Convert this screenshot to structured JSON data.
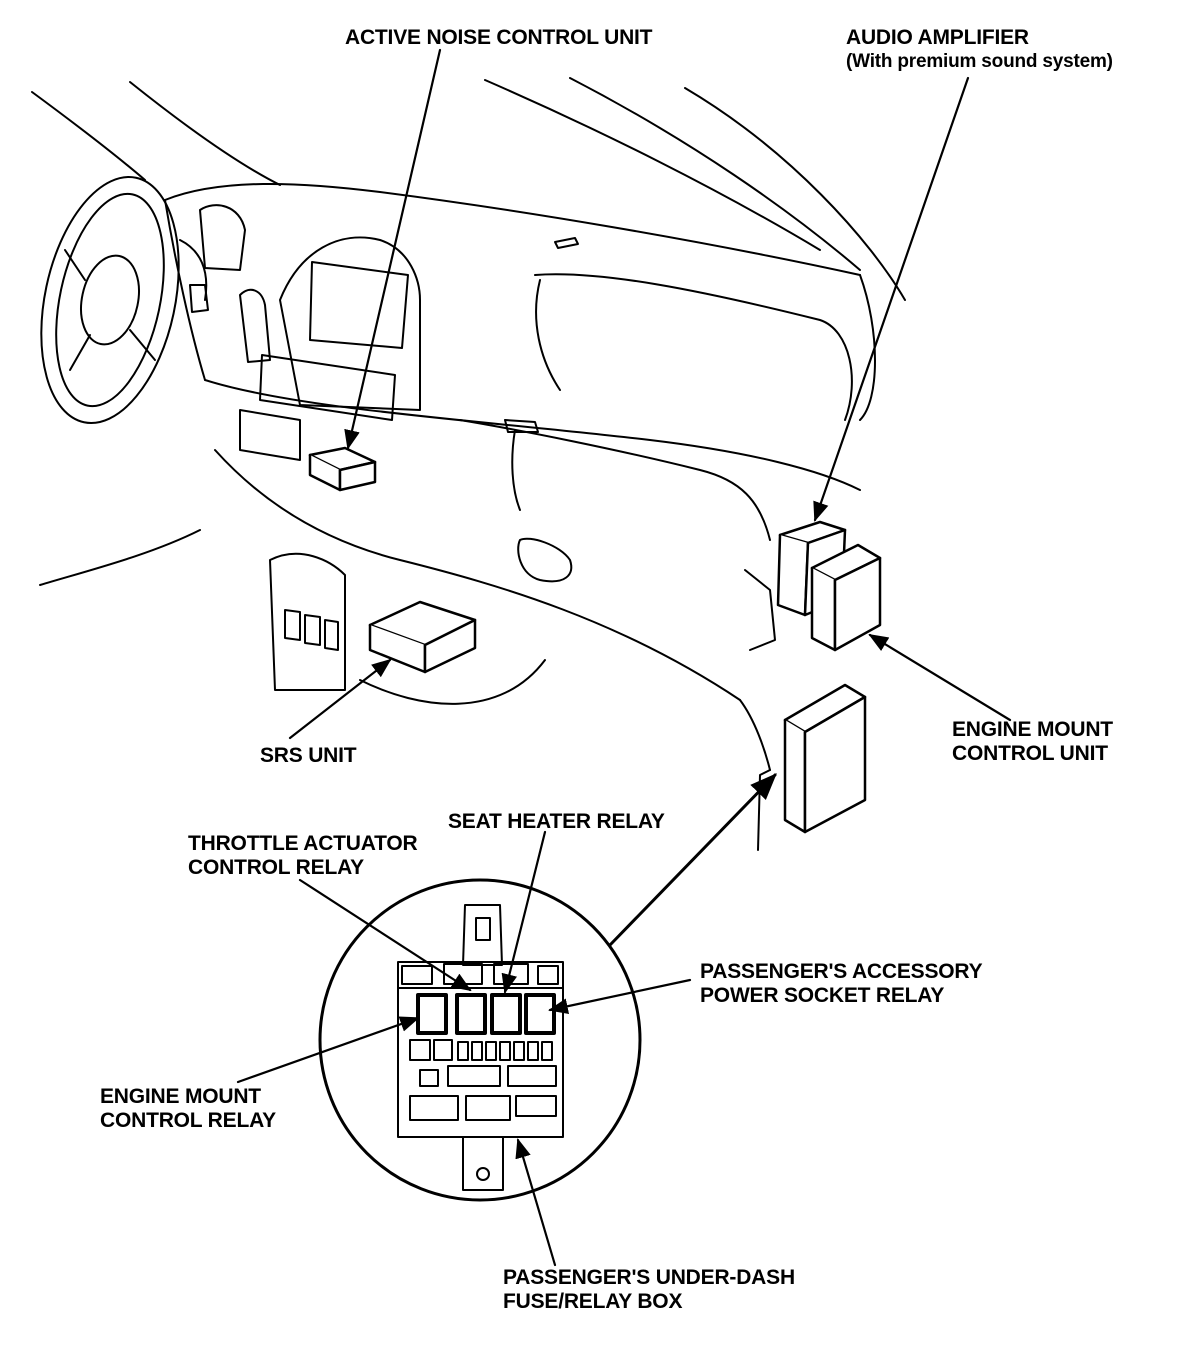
{
  "labels": {
    "active_noise_control_unit": "ACTIVE NOISE CONTROL UNIT",
    "audio_amplifier": {
      "line1": "AUDIO AMPLIFIER",
      "line2": "(With premium sound system)"
    },
    "engine_mount_control_unit": {
      "line1": "ENGINE MOUNT",
      "line2": "CONTROL UNIT"
    },
    "srs_unit": "SRS UNIT",
    "seat_heater_relay": "SEAT HEATER RELAY",
    "throttle_actuator_control_relay": {
      "line1": "THROTTLE ACTUATOR",
      "line2": "CONTROL RELAY"
    },
    "passengers_accessory_power_socket_relay": {
      "line1": "PASSENGER'S ACCESSORY",
      "line2": "POWER SOCKET RELAY"
    },
    "engine_mount_control_relay": {
      "line1": "ENGINE MOUNT",
      "line2": "CONTROL RELAY"
    },
    "passengers_under_dash_fuse_relay_box": {
      "line1": "PASSENGER'S UNDER-DASH",
      "line2": "FUSE/RELAY BOX"
    }
  }
}
